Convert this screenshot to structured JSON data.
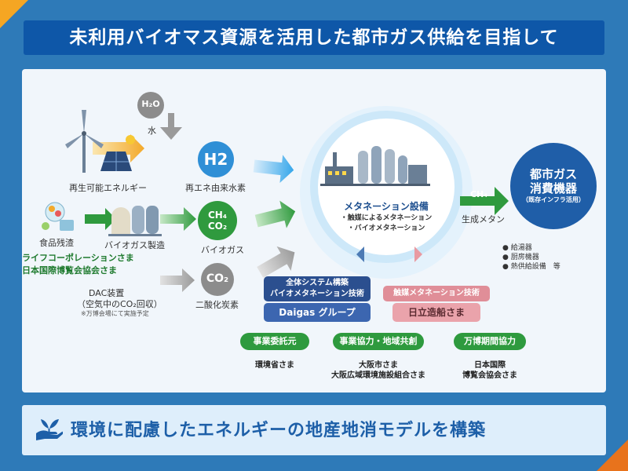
{
  "header": {
    "title": "未利用バイオマス資源を活用した都市ガス供給を目指して"
  },
  "sources": {
    "water": {
      "formula": "H₂O",
      "label": "水"
    },
    "renewable": {
      "label": "再生可能エネルギー"
    },
    "food": {
      "label": "食品残渣"
    },
    "biogas_plant": {
      "label": "バイオガス製造"
    },
    "partners_left": [
      "ライフコーポレーションさま",
      "日本国際博覧会協会さま"
    ],
    "dac": {
      "label": "DAC装置",
      "sub": "（空気中のCO₂回収）",
      "note": "※万博会場にて実施予定"
    }
  },
  "inputs": {
    "h2": {
      "formula": "H2",
      "label": "再エネ由来水素"
    },
    "biogas": {
      "line1": "CH₄",
      "line2": "CO₂",
      "label": "バイオガス"
    },
    "co2": {
      "formula": "CO₂",
      "label": "二酸化炭素"
    }
  },
  "methanation": {
    "title": "メタネーション設備",
    "items": [
      "・触媒によるメタネーション",
      "・バイオメタネーション"
    ]
  },
  "output": {
    "formula": "CH₄",
    "label": "生成メタン"
  },
  "gas_device": {
    "line1": "都市ガス",
    "line2": "消費機器",
    "sub": "（既存インフラ活用）",
    "items": [
      "給湯器",
      "厨房機器",
      "熱供給設備　等"
    ]
  },
  "roles": {
    "daigas_role": [
      "全体システム構築",
      "バイオメタネーション技術"
    ],
    "daigas": "Daigas グループ",
    "hitachi_role": "触媒メタネーション技術",
    "hitachi": "日立造船さま"
  },
  "support": [
    {
      "badge": "事業委託元",
      "names": [
        "環境省さま"
      ]
    },
    {
      "badge": "事業協力・地域共創",
      "names": [
        "大阪市さま",
        "大阪広域環境施設組合さま"
      ]
    },
    {
      "badge": "万博期間協力",
      "names": [
        "日本国際",
        "博覧会協会さま"
      ]
    }
  ],
  "footer": {
    "text": "環境に配慮したエネルギーの地産地消モデルを構築"
  },
  "colors": {
    "title_bg": "#0e57a8",
    "green": "#2e9a3e",
    "navy": "#2b4f8f",
    "pink": "#e08e98",
    "gray": "#8c8c8c"
  }
}
